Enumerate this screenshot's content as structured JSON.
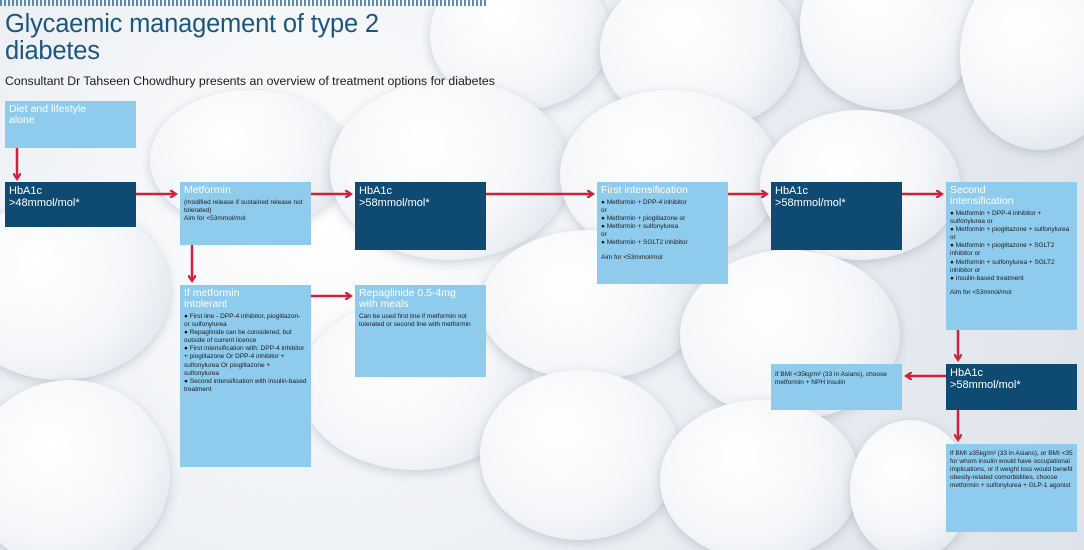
{
  "title": "Glycaemic management of type 2 diabetes",
  "subtitle": "Consultant Dr Tahseen Chowdhury presents an overview of treatment options for diabetes",
  "diet": {
    "label": "Diet and lifestyle alone"
  },
  "hba1c_1": {
    "label": "HbA1c",
    "value": ">48mmol/mol*"
  },
  "metformin": {
    "head": "Metformin",
    "lines": [
      "(modified release if sustained release not tolerated)",
      "Aim for <53mmol/mol"
    ]
  },
  "hba1c_2": {
    "label": "HbA1c",
    "value": ">58mmol/mol*"
  },
  "first_intensification": {
    "head": "First intensification",
    "items": [
      "● Metformin + DPP-4 inhibitor",
      "or",
      "● Metformin + pioglitazone or",
      "● Metformin + sulfonylurea",
      "or",
      "● Metformin + SGLT2 inhibitor"
    ],
    "aim": "Aim for <53mmol/mol"
  },
  "hba1c_3": {
    "label": "HbA1c",
    "value": ">58mmol/mol*"
  },
  "second_intensification": {
    "head": "Second intensification",
    "items": [
      "● Metformin + DPP-4 inhibitor + sulfonylurea or",
      "● Metformin + pioglitazone + sulfonylurea or",
      "● Metformin + pioglitazone + SGLT2 inhibitor or",
      "● Metformin + sulfonylurea + SGLT2 inhibitor or",
      "● Insulin-based treatment"
    ],
    "aim": "Aim for <53mmol/mol"
  },
  "intolerant": {
    "head": "If metformin intolerant",
    "items": [
      "● First line - DPP-4 inhibitor, pioglitazon- or sulfonylurea",
      "● Repaglinide can be considered, but outside of current licence",
      "● First intensification with: DPP-4 inhibitor + pioglitazone Or DPP-4 inhibitor + sulfonylurea Or pioglitazone + sulfonylurea",
      "● Second intensification with insulin-based treatment"
    ]
  },
  "repaglinide": {
    "head": "Repaglinide 0.5-4mg with meals",
    "text": "Can be used first line if metformin not tolerated or second line with metformin"
  },
  "hba1c_4": {
    "label": "HbA1c",
    "value": ">58mmol/mol*"
  },
  "bmi_low": {
    "text": "If BMI <35kg/m² (33 in Asians), choose metformin + NPH insulin"
  },
  "bmi_high": {
    "text": "If BMI ≥35kg/m² (33 in Asians), or BMI <35 for whom insulin would have occupational implications, or if weight loss would benefit obesity-related comorbidities, choose metformin + sulfonylurea + GLP-1 agonist"
  },
  "colors": {
    "light_box": "#8ecbed",
    "dark_box": "#0e4a72",
    "arrow": "#d0203a",
    "title": "#1c567f"
  }
}
